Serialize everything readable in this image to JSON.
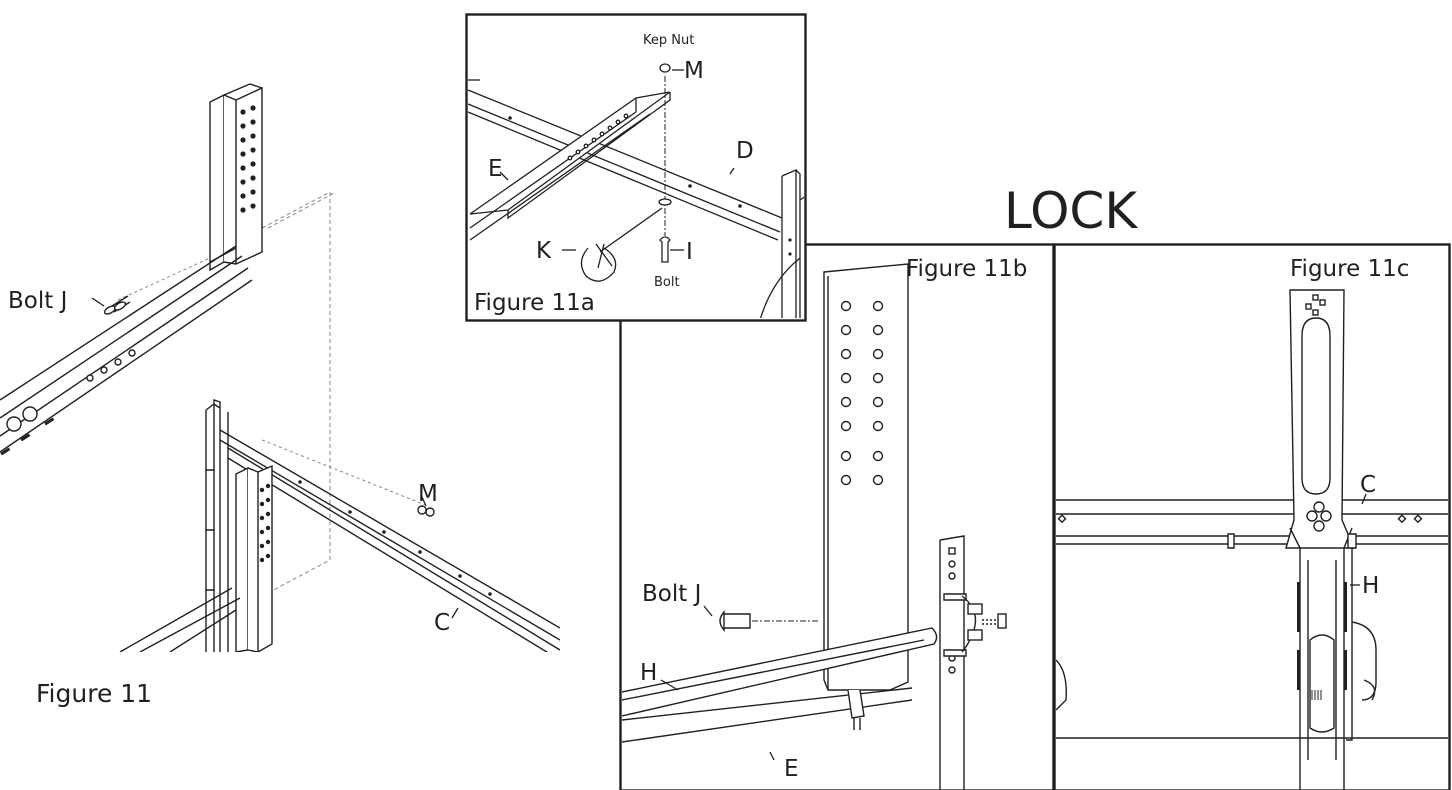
{
  "main_figure": {
    "caption": "Figure 11",
    "labels": {
      "bolt_j": "Bolt J",
      "m": "M",
      "c": "C"
    }
  },
  "figure_11a": {
    "caption": "Figure 11a",
    "labels": {
      "kep_nut": "Kep Nut",
      "m": "M",
      "d": "D",
      "e": "E",
      "k": "K",
      "i": "I",
      "bolt": "Bolt"
    }
  },
  "lock_heading": "LOCK",
  "figure_11b": {
    "caption": "Figure 11b",
    "labels": {
      "bolt_j": "Bolt J",
      "h": "H",
      "e": "E"
    }
  },
  "figure_11c": {
    "caption": "Figure 11c",
    "labels": {
      "c": "C",
      "h": "H"
    }
  },
  "colors": {
    "ink": "#231f20",
    "panel_border": "#231f20",
    "background": "#ffffff"
  }
}
